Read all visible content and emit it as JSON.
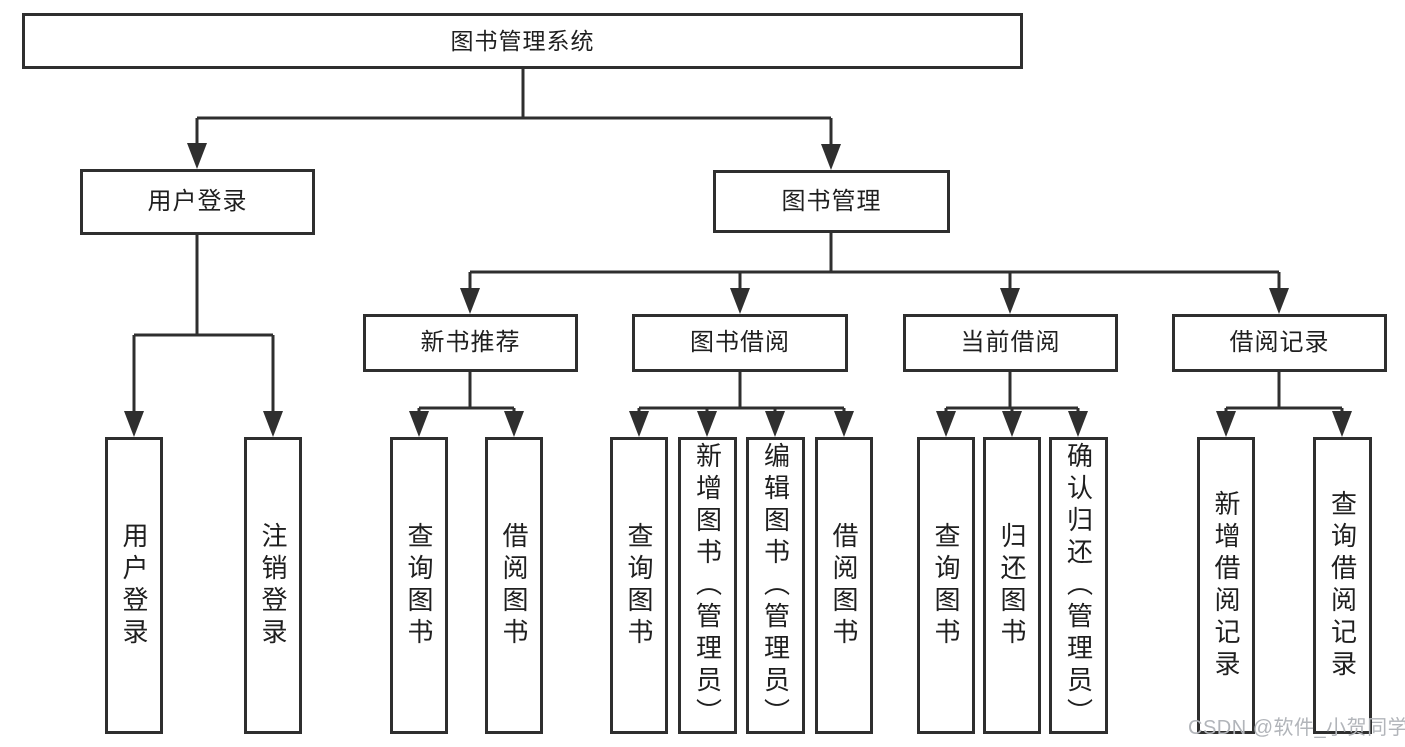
{
  "tree": {
    "label": "图书管理系统",
    "children": [
      {
        "label": "用户登录",
        "children": [
          {
            "label": "用户登录"
          },
          {
            "label": "注销登录"
          }
        ]
      },
      {
        "label": "图书管理",
        "children": [
          {
            "label": "新书推荐",
            "children": [
              {
                "label": "查询图书"
              },
              {
                "label": "借阅图书"
              }
            ]
          },
          {
            "label": "图书借阅",
            "children": [
              {
                "label": "查询图书"
              },
              {
                "label": "新增图书（管理员）"
              },
              {
                "label": "编辑图书（管理员）"
              },
              {
                "label": "借阅图书"
              }
            ]
          },
          {
            "label": "当前借阅",
            "children": [
              {
                "label": "查询图书"
              },
              {
                "label": "归还图书"
              },
              {
                "label": "确认归还（管理员）"
              }
            ]
          },
          {
            "label": "借阅记录",
            "children": [
              {
                "label": "新增借阅记录"
              },
              {
                "label": "查询借阅记录"
              }
            ]
          }
        ]
      }
    ]
  },
  "watermark": "CSDN @软件_小贺同学",
  "colors": {
    "line": "#2f2f2f",
    "text": "#1f1f1f",
    "watermark": "#b2b5ba",
    "background": "#ffffff"
  }
}
